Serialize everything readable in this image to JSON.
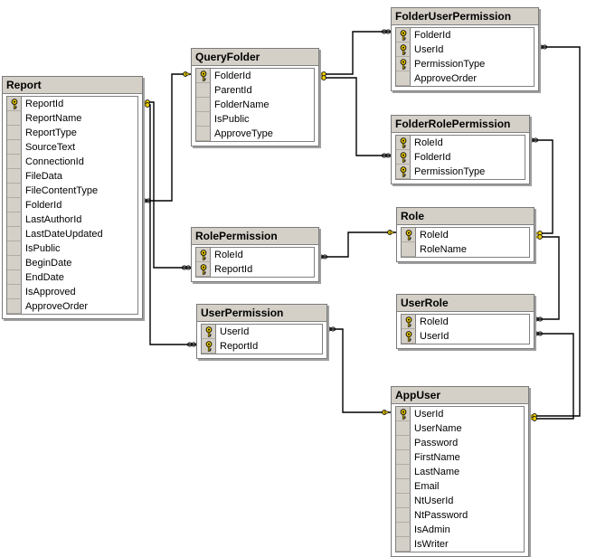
{
  "diagram": {
    "tables": [
      {
        "id": "report",
        "name": "Report",
        "columns": [
          {
            "name": "ReportId",
            "pk": true
          },
          {
            "name": "ReportName",
            "pk": false
          },
          {
            "name": "ReportType",
            "pk": false
          },
          {
            "name": "SourceText",
            "pk": false
          },
          {
            "name": "ConnectionId",
            "pk": false
          },
          {
            "name": "FileData",
            "pk": false
          },
          {
            "name": "FileContentType",
            "pk": false
          },
          {
            "name": "FolderId",
            "pk": false
          },
          {
            "name": "LastAuthorId",
            "pk": false
          },
          {
            "name": "LastDateUpdated",
            "pk": false
          },
          {
            "name": "IsPublic",
            "pk": false
          },
          {
            "name": "BeginDate",
            "pk": false
          },
          {
            "name": "EndDate",
            "pk": false
          },
          {
            "name": "IsApproved",
            "pk": false
          },
          {
            "name": "ApproveOrder",
            "pk": false
          }
        ]
      },
      {
        "id": "queryfolder",
        "name": "QueryFolder",
        "columns": [
          {
            "name": "FolderId",
            "pk": true
          },
          {
            "name": "ParentId",
            "pk": false
          },
          {
            "name": "FolderName",
            "pk": false
          },
          {
            "name": "IsPublic",
            "pk": false
          },
          {
            "name": "ApproveType",
            "pk": false
          }
        ]
      },
      {
        "id": "folderuserpermission",
        "name": "FolderUserPermission",
        "columns": [
          {
            "name": "FolderId",
            "pk": true
          },
          {
            "name": "UserId",
            "pk": true
          },
          {
            "name": "PermissionType",
            "pk": true
          },
          {
            "name": "ApproveOrder",
            "pk": false
          }
        ]
      },
      {
        "id": "folderrolepermission",
        "name": "FolderRolePermission",
        "columns": [
          {
            "name": "RoleId",
            "pk": true
          },
          {
            "name": "FolderId",
            "pk": true
          },
          {
            "name": "PermissionType",
            "pk": true
          }
        ]
      },
      {
        "id": "role",
        "name": "Role",
        "columns": [
          {
            "name": "RoleId",
            "pk": true
          },
          {
            "name": "RoleName",
            "pk": false
          }
        ]
      },
      {
        "id": "rolepermission",
        "name": "RolePermission",
        "columns": [
          {
            "name": "RoleId",
            "pk": true
          },
          {
            "name": "ReportId",
            "pk": true
          }
        ]
      },
      {
        "id": "userpermission",
        "name": "UserPermission",
        "columns": [
          {
            "name": "UserId",
            "pk": true
          },
          {
            "name": "ReportId",
            "pk": true
          }
        ]
      },
      {
        "id": "userrole",
        "name": "UserRole",
        "columns": [
          {
            "name": "RoleId",
            "pk": true
          },
          {
            "name": "UserId",
            "pk": true
          }
        ]
      },
      {
        "id": "appuser",
        "name": "AppUser",
        "columns": [
          {
            "name": "UserId",
            "pk": true
          },
          {
            "name": "UserName",
            "pk": false
          },
          {
            "name": "Password",
            "pk": false
          },
          {
            "name": "FirstName",
            "pk": false
          },
          {
            "name": "LastName",
            "pk": false
          },
          {
            "name": "Email",
            "pk": false
          },
          {
            "name": "NtUserId",
            "pk": false
          },
          {
            "name": "NtPassword",
            "pk": false
          },
          {
            "name": "IsAdmin",
            "pk": false
          },
          {
            "name": "IsWriter",
            "pk": false
          }
        ]
      }
    ],
    "relationships": [
      {
        "name": "Report-RolePermission",
        "one": "report",
        "many": "rolepermission"
      },
      {
        "name": "Report-UserPermission",
        "one": "report",
        "many": "userpermission"
      },
      {
        "name": "QueryFolder-Report",
        "one": "queryfolder",
        "many": "report"
      },
      {
        "name": "QueryFolder-FolderUserPermission",
        "one": "queryfolder",
        "many": "folderuserpermission"
      },
      {
        "name": "QueryFolder-FolderRolePermission",
        "one": "queryfolder",
        "many": "folderrolepermission"
      },
      {
        "name": "Role-RolePermission",
        "one": "role",
        "many": "rolepermission"
      },
      {
        "name": "Role-FolderRolePermission",
        "one": "role",
        "many": "folderrolepermission"
      },
      {
        "name": "Role-UserRole",
        "one": "role",
        "many": "userrole"
      },
      {
        "name": "AppUser-UserPermission",
        "one": "appuser",
        "many": "userpermission"
      },
      {
        "name": "AppUser-FolderUserPermission",
        "one": "appuser",
        "many": "folderuserpermission"
      },
      {
        "name": "AppUser-UserRole",
        "one": "appuser",
        "many": "userrole"
      }
    ],
    "colors": {
      "header": "#d4d0c8",
      "border": "#808080",
      "line": "#000000",
      "key": "#f0d000"
    }
  }
}
